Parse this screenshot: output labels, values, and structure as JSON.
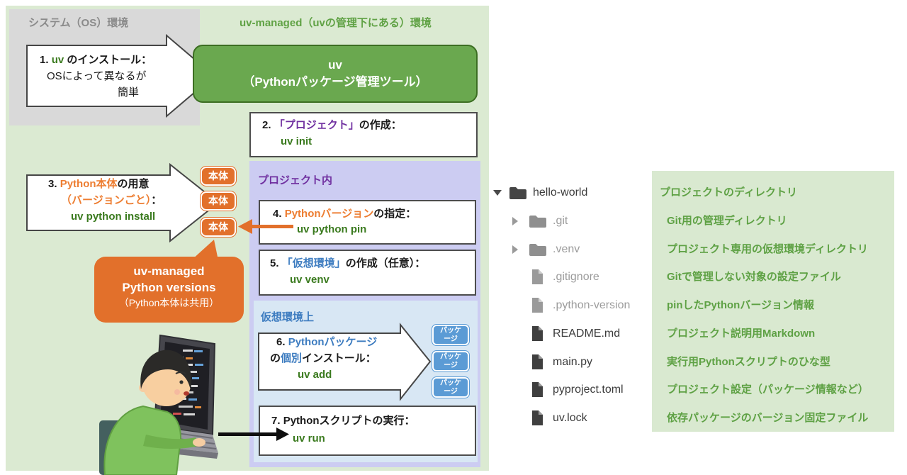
{
  "colors": {
    "diagram_bg": "#dbead2",
    "os_box_bg": "#d9d9d9",
    "uv_box_green": "#6aa84f",
    "command_green_text": "#3a7a1e",
    "env_label_green": "#60a245",
    "project_purple_text": "#7030a0",
    "project_area_bg": "#ccccf2",
    "venv_blue_text": "#3d7cc0",
    "venv_area_bg": "#d8e7f4",
    "orange_badge": "#e2702b",
    "orange_text": "#ed7d31",
    "package_badge_blue": "#5b9bd5",
    "panel_bg": "#d9e9d0",
    "panel_green_text": "#5ea144"
  },
  "diagram": {
    "os_env_label": "システム（OS）環境",
    "uv_env_label": "uv-managed（uvの管理下にある）環境",
    "uv_box_line1": "uv",
    "uv_box_line2": "（Pythonパッケージ管理ツール）",
    "project_area_label": "プロジェクト内",
    "venv_area_label": "仮想環境上",
    "python_badge": "本体",
    "package_badge_line1": "パッケ",
    "package_badge_line2": "ージ",
    "bubble_line1": "uv-managed",
    "bubble_line2": "Python versions",
    "bubble_line3": "（Python本体は共用）",
    "step1": {
      "num": "1. ",
      "hl": "uv",
      "rest": " のインストール：",
      "line2": "OSによって異なるが",
      "line3": "簡単"
    },
    "step2": {
      "num": "2. ",
      "hl": "「プロジェクト」",
      "rest": "の作成：",
      "cmd": "uv init"
    },
    "step3": {
      "num": "3. ",
      "hl": "Python本体",
      "rest": "の用意",
      "line2_hl": "（バージョンごと）",
      "line2_rest": "：",
      "cmd": "uv python install"
    },
    "step4": {
      "num": "4. ",
      "hl": "Pythonバージョン",
      "rest": "の指定：",
      "cmd": "uv python pin"
    },
    "step5": {
      "num": "5. ",
      "hl": "「仮想環境」",
      "rest": "の作成（任意）：",
      "cmd": "uv venv"
    },
    "step6": {
      "num": "6. ",
      "hl": "Pythonパッケージ",
      "l2a": "の",
      "l2b": "個別",
      "l2c": "インストール：",
      "cmd": "uv add"
    },
    "step7": {
      "num": "7. ",
      "rest": "Pythonスクリプトの実行：",
      "cmd": "uv run"
    }
  },
  "tree": {
    "items": [
      {
        "label": "hello-world"
      },
      {
        "label": ".git"
      },
      {
        "label": ".venv"
      },
      {
        "label": ".gitignore"
      },
      {
        "label": ".python-version"
      },
      {
        "label": "README.md"
      },
      {
        "label": "main.py"
      },
      {
        "label": "pyproject.toml"
      },
      {
        "label": "uv.lock"
      }
    ]
  },
  "panel": {
    "rows": [
      "プロジェクトのディレクトリ",
      "Git用の管理ディレクトリ",
      "プロジェクト専用の仮想環境ディレクトリ",
      "Gitで管理しない対象の設定ファイル",
      "pinしたPythonバージョン情報",
      "プロジェクト説明用Markdown",
      "実行用Pythonスクリプトのひな型",
      "プロジェクト設定（パッケージ情報など）",
      "依存パッケージのバージョン固定ファイル"
    ]
  }
}
